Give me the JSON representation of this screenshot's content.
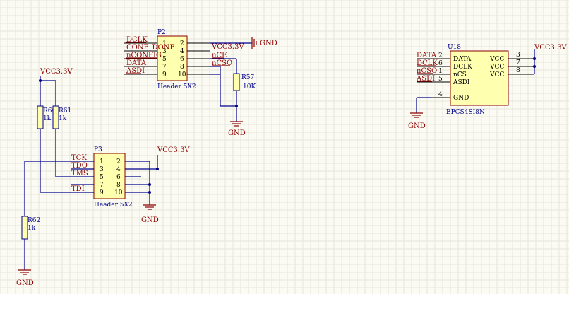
{
  "power": {
    "vcc": "VCC3.3V",
    "gnd": "GND"
  },
  "p2": {
    "designator": "P2",
    "comment": "Header 5X2",
    "pins_left": [
      "1",
      "3",
      "5",
      "7",
      "9"
    ],
    "pins_right": [
      "2",
      "4",
      "6",
      "8",
      "10"
    ],
    "nets_left": [
      "DCLK",
      "CONF_DONE",
      "nCONFIG",
      "DATA",
      "ASDI"
    ],
    "nets_right": [
      "VCC3.3V",
      "nCE",
      "nCSO"
    ]
  },
  "p3": {
    "designator": "P3",
    "comment": "Header 5X2",
    "pins_left": [
      "1",
      "3",
      "5",
      "7",
      "9"
    ],
    "pins_right": [
      "2",
      "4",
      "6",
      "8",
      "10"
    ],
    "nets_left": [
      "TCK",
      "TDO",
      "TMS",
      "TDI"
    ]
  },
  "u18": {
    "designator": "U18",
    "comment": "EPCS4SI8N",
    "left_pins": [
      {
        "num": "2",
        "name": "DATA",
        "net": "DATA"
      },
      {
        "num": "6",
        "name": "DCLK",
        "net": "DCLK"
      },
      {
        "num": "1",
        "name": "nCS",
        "net": "nCSO"
      },
      {
        "num": "5",
        "name": "ASDI",
        "net": "ASDI"
      }
    ],
    "gnd_pin": {
      "num": "4",
      "name": "GND"
    },
    "vcc_pins": [
      {
        "num": "3",
        "name": "VCC"
      },
      {
        "num": "7",
        "name": "VCC"
      },
      {
        "num": "8",
        "name": "VCC"
      }
    ]
  },
  "resistors": {
    "r57": {
      "designator": "R57",
      "value": "10K"
    },
    "r60": {
      "designator": "R60",
      "value": "1k"
    },
    "r61": {
      "designator": "R61",
      "value": "1k"
    },
    "r62": {
      "designator": "R62",
      "value": "1k"
    }
  }
}
